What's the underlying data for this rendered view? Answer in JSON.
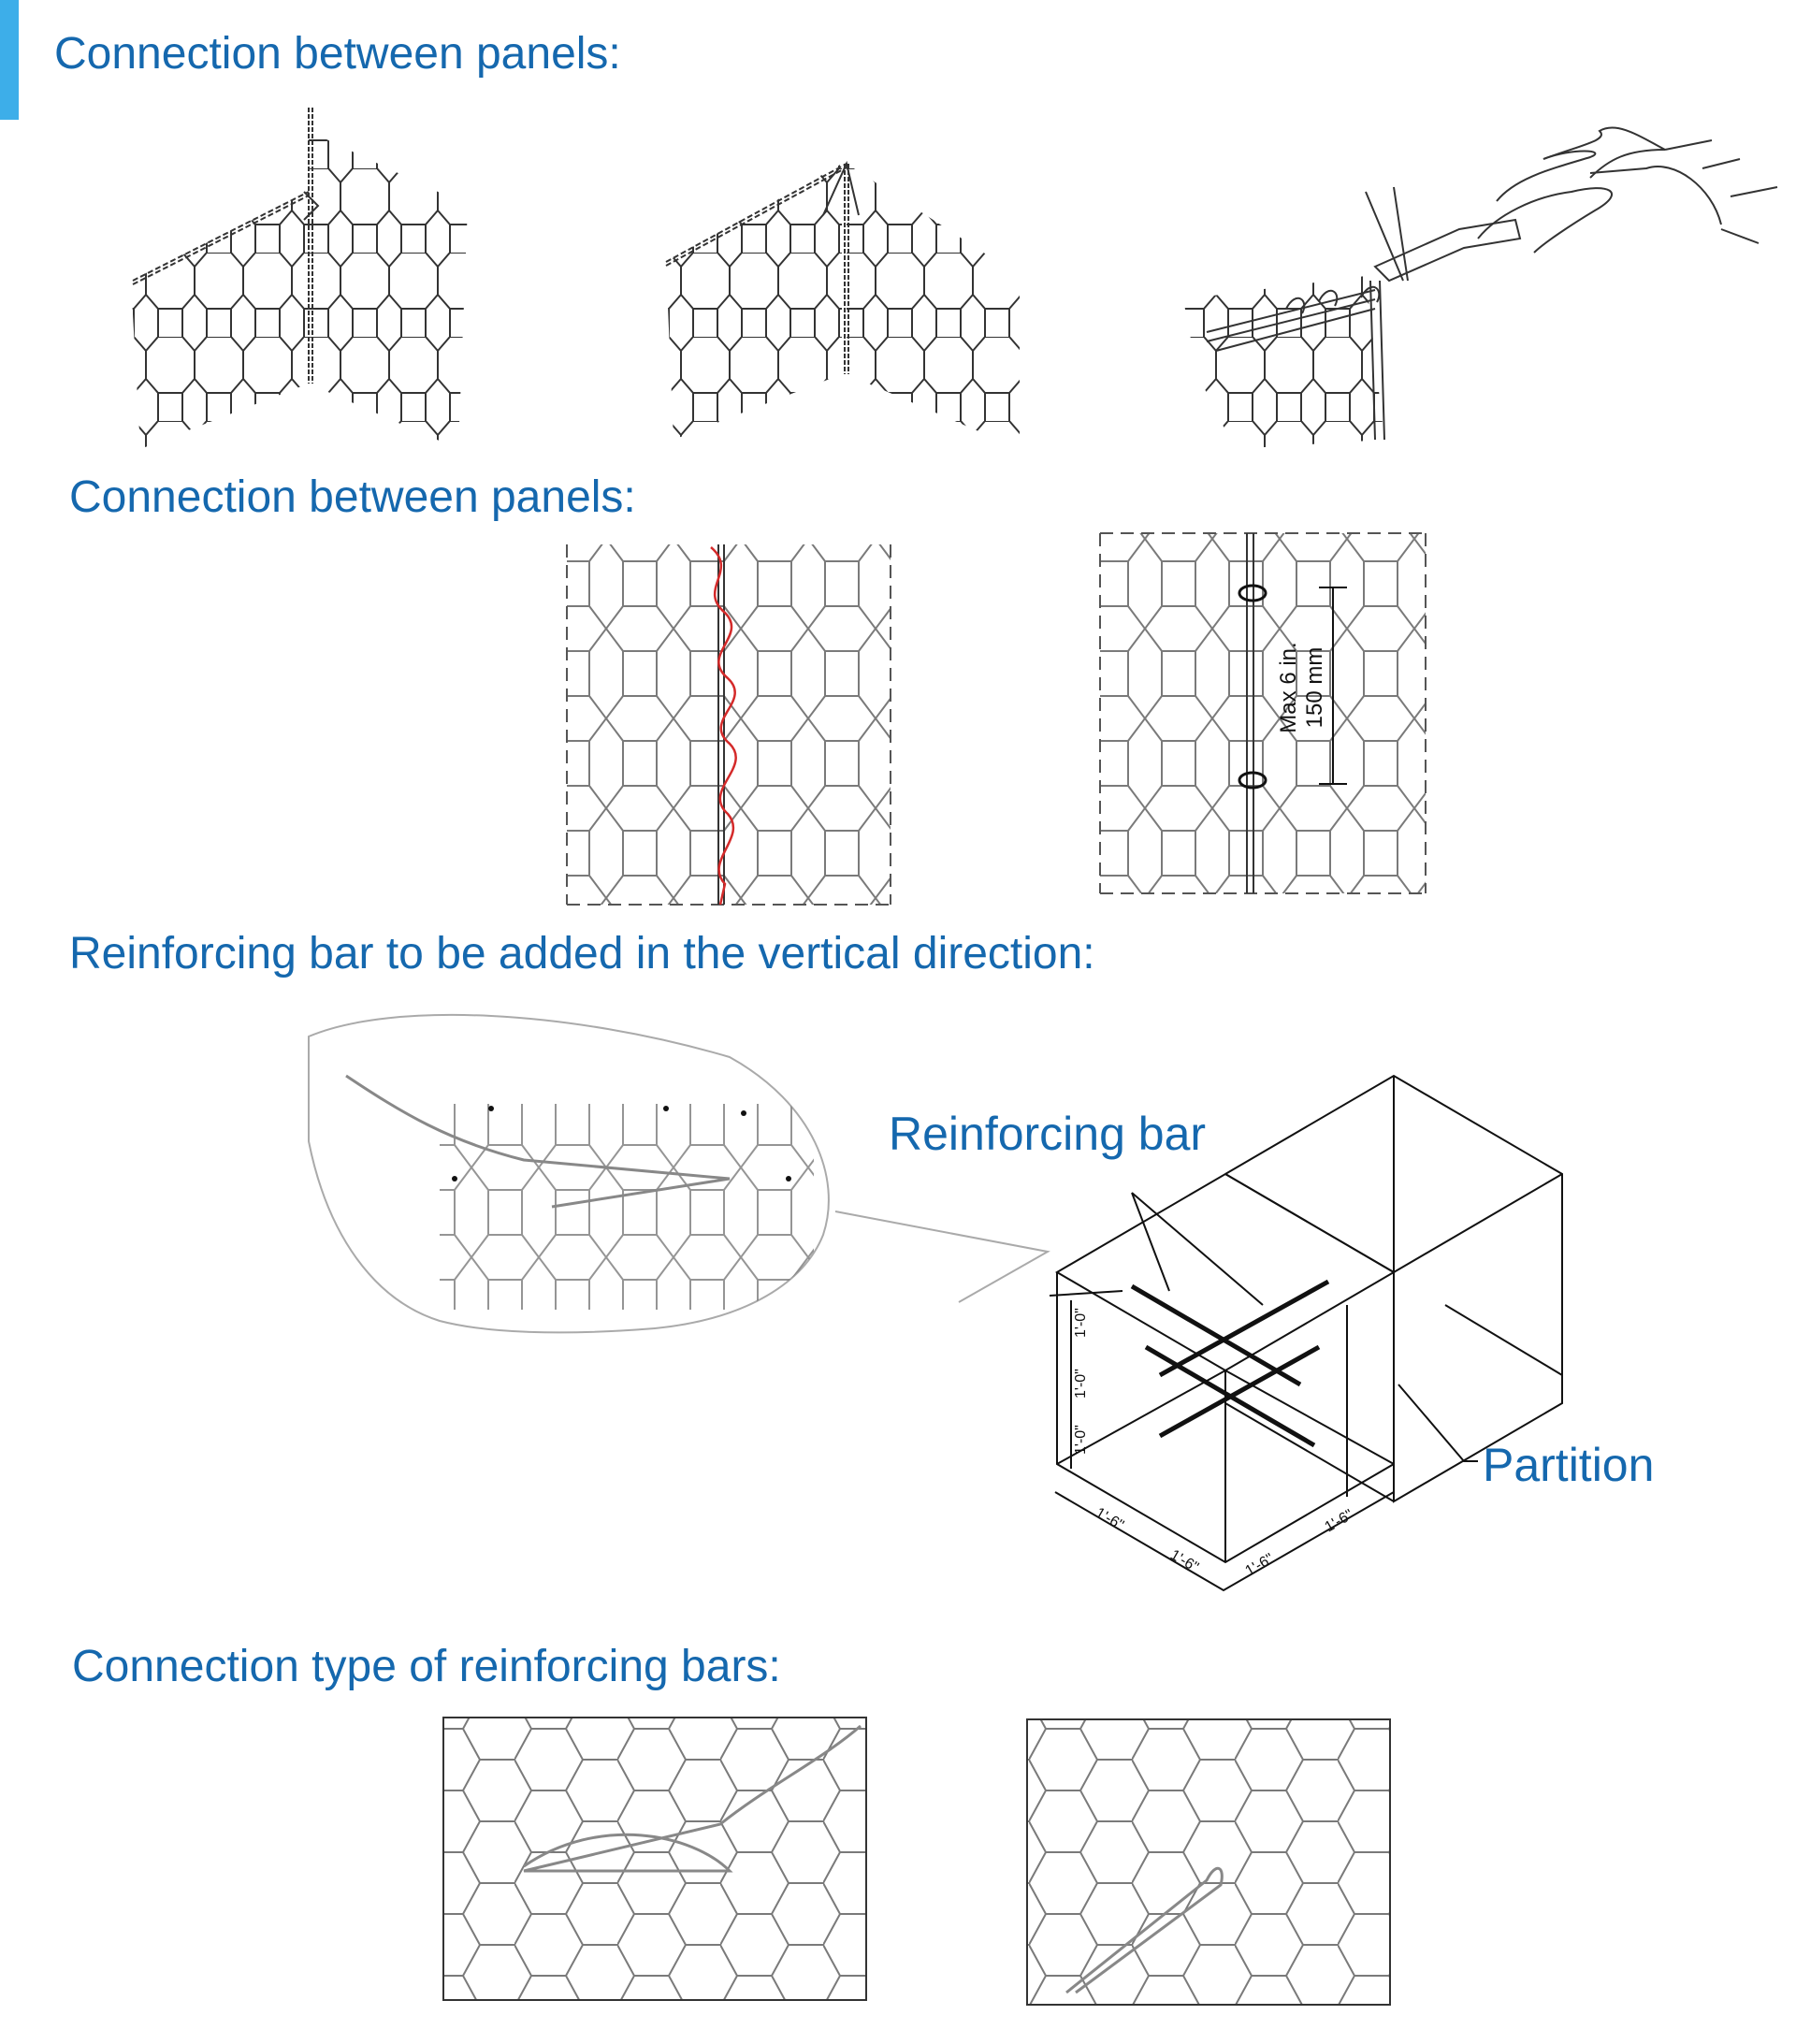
{
  "colors": {
    "accent": "#3daee9",
    "heading": "#1568ae",
    "line": "#333333",
    "wire_red": "#d42a2a"
  },
  "sections": {
    "panels_1": {
      "title": "Connection between panels:"
    },
    "panels_2": {
      "title": "Connection between panels:",
      "spacing_imperial": "Max 6 in.",
      "spacing_metric": "150 mm"
    },
    "reinforcing": {
      "title": "Reinforcing bar to be added in the vertical direction:",
      "bar_label": "Reinforcing bar",
      "partition_label": "Partition",
      "dimensions": {
        "height": [
          "1'-0\"",
          "1'-0\"",
          "1'-0\""
        ],
        "length": [
          "1'-6\"",
          "1'-6\"",
          "1'-6\"",
          "1'-6\""
        ]
      }
    },
    "bar_connection": {
      "title": "Connection type of reinforcing bars:"
    }
  },
  "icons": [
    "hexagonal-wire-mesh",
    "pliers-hand-icon",
    "lacing-wire",
    "ring-fastener",
    "gabion-box"
  ]
}
